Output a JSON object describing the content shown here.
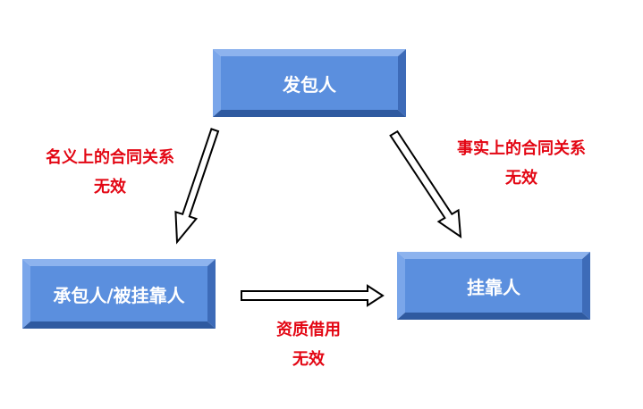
{
  "nodes": {
    "contractor": "发包人",
    "subcontractor": "承包人/被挂靠人",
    "affiliated": "挂靠人"
  },
  "relations": {
    "nominal": {
      "line1": "名义上的合同关系",
      "line2": "无效"
    },
    "actual": {
      "line1": "事实上的合同关系",
      "line2": "无效"
    },
    "qualification": {
      "line1": "资质借用",
      "line2": "无效"
    }
  },
  "colors": {
    "box_fill": "#5b8fde",
    "box_bevel_light": "#8db3ee",
    "box_bevel_dark": "#2f5aa0",
    "relation_text": "#e30613",
    "arrow_stroke": "#000000"
  }
}
